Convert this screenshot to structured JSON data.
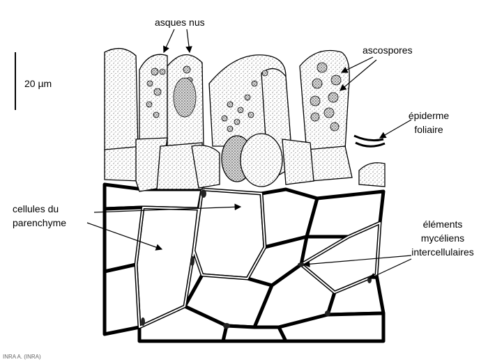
{
  "figure": {
    "labels": {
      "asques_nus": "asques nus",
      "scale": "20 µm",
      "ascospores": "ascospores",
      "epiderme_1": "épiderme",
      "epiderme_2": "foliaire",
      "cellules_1": "cellules du",
      "cellules_2": "parenchyme",
      "elements_1": "éléments",
      "elements_2": "mycéliens",
      "elements_3": "intercellulaires"
    },
    "credit": "INRA A. (INRA)"
  }
}
